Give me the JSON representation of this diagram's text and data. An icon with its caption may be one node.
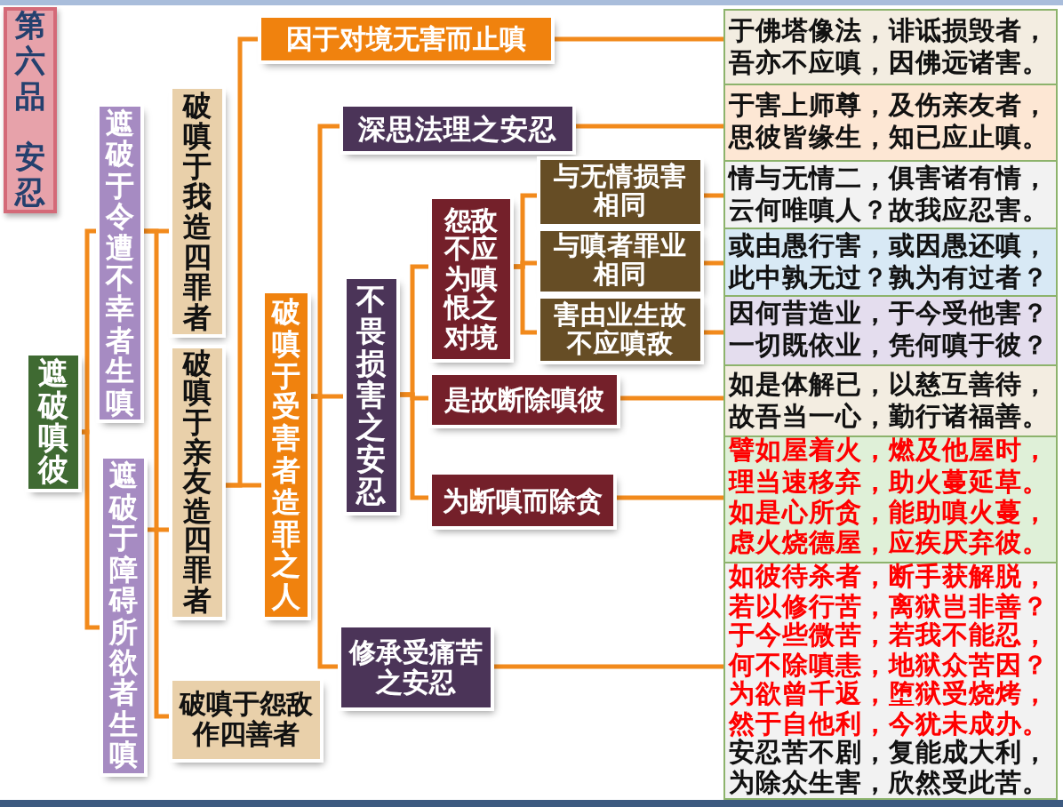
{
  "diagram": {
    "nodes": [
      {
        "text": [
          "第六品",
          "安忍"
        ]
      },
      {
        "text": [
          "遮破嗔彼"
        ]
      },
      {
        "text": [
          "遮破于令遭不幸者生嗔"
        ]
      },
      {
        "text": [
          "遮破于障碍所欲者生嗔"
        ]
      },
      {
        "text": [
          "破嗔于我造四罪者"
        ]
      },
      {
        "text": [
          "破嗔于亲友造四罪者"
        ]
      },
      {
        "text": [
          "破嗔于怨敌作四善者"
        ]
      },
      {
        "text": [
          "因于对境无害而止嗔"
        ]
      },
      {
        "text": [
          "破嗔于受害者造罪之人"
        ]
      },
      {
        "text": [
          "深思法理之安忍"
        ]
      },
      {
        "text": [
          "不畏损害之安忍"
        ]
      },
      {
        "text": [
          "修承受痛苦之安忍"
        ]
      },
      {
        "text": [
          "怨敌不应为嗔恨之对境"
        ]
      },
      {
        "text": [
          "是故断除嗔彼"
        ]
      },
      {
        "text": [
          "为断嗔而除贪"
        ]
      },
      {
        "text": [
          "与无情损害相同"
        ]
      },
      {
        "text": [
          "与嗔者罪业相同"
        ]
      },
      {
        "text": [
          "害由业生故不应嗔敌"
        ]
      },
      {
        "text": [
          "于佛塔像法，诽诋损毁者，吾亦不应嗔，因佛远诸害。"
        ]
      },
      {
        "text": [
          "于害上师尊，及伤亲友者，思彼皆缘生，知已应止嗔。"
        ]
      },
      {
        "text": [
          "情与无情二，俱害诸有情，云何唯嗔人？故我应忍害。"
        ]
      },
      {
        "text": [
          "或由愚行害，或因愚还嗔，此中孰无过？孰为有过者？"
        ]
      },
      {
        "text": [
          "因何昔造业，于今受他害？一切既依业，凭何嗔于彼？"
        ]
      },
      {
        "text": [
          "如是体解已，以慈互善待，故吾当一心，勤行诸福善。"
        ]
      },
      {
        "text": [
          "譬如屋着火，燃及他屋时，理当速移弃，助火蔓延草。如是心所贪，能助嗔火蔓，虑火烧德屋，应疾厌弃彼。"
        ]
      },
      {
        "text": [
          "如彼待杀者，断手获解脱，若以修行苦，离狱岂非善？于今些微苦，若我不能忍，何不除嗔恚，地狱众苦因？为欲曾千返，堕狱受烧烤，然于自他利，今犹未成办。",
          "安忍苦不剧，复能成大利，为除众生害，欣然受此苦。"
        ]
      }
    ],
    "edges": [
      {
        "from": 1,
        "to": 2,
        "arrow": "none"
      },
      {
        "from": 1,
        "to": 3,
        "arrow": "none"
      },
      {
        "from": 2,
        "to": 4,
        "arrow": "none"
      },
      {
        "from": 2,
        "to": 5,
        "arrow": "none"
      },
      {
        "from": 3,
        "to": 6,
        "arrow": "none"
      },
      {
        "from": 5,
        "to": 7,
        "arrow": "none"
      },
      {
        "from": 5,
        "to": 8,
        "arrow": "none"
      },
      {
        "from": 7,
        "to": 18,
        "arrow": "none"
      },
      {
        "from": 8,
        "to": 9,
        "arrow": "none"
      },
      {
        "from": 8,
        "to": 10,
        "arrow": "none"
      },
      {
        "from": 8,
        "to": 11,
        "arrow": "none"
      },
      {
        "from": 9,
        "to": 19,
        "arrow": "none"
      },
      {
        "from": 10,
        "to": 12,
        "arrow": "none"
      },
      {
        "from": 10,
        "to": 13,
        "arrow": "none"
      },
      {
        "from": 10,
        "to": 14,
        "arrow": "none"
      },
      {
        "from": 12,
        "to": 15,
        "arrow": "none"
      },
      {
        "from": 12,
        "to": 16,
        "arrow": "none"
      },
      {
        "from": 12,
        "to": 17,
        "arrow": "none"
      },
      {
        "from": 15,
        "to": 20,
        "arrow": "none"
      },
      {
        "from": 16,
        "to": 21,
        "arrow": "none"
      },
      {
        "from": 17,
        "to": 22,
        "arrow": "none"
      },
      {
        "from": 13,
        "to": 23,
        "arrow": "none"
      },
      {
        "from": 14,
        "to": 24,
        "arrow": "none"
      },
      {
        "from": 11,
        "to": 25,
        "arrow": "none"
      }
    ]
  }
}
